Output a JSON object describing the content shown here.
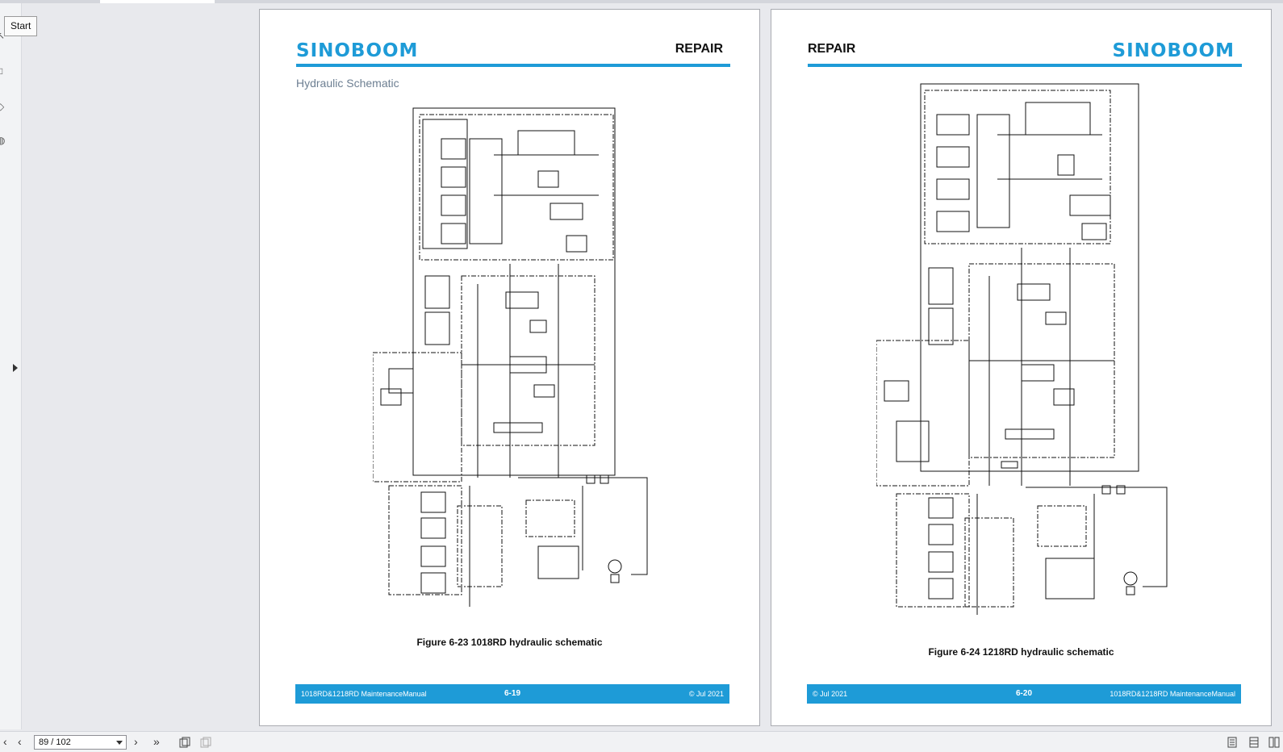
{
  "tooltip": {
    "text": "Start"
  },
  "rail": {
    "icons": [
      "pointer-icon",
      "page-icon",
      "tag-icon",
      "attachment-icon"
    ],
    "expand": "expand-arrow-icon"
  },
  "pages": [
    {
      "logo": "SINOBOOM",
      "heading": "REPAIR",
      "subtitle": "Hydraulic Schematic",
      "caption": "Figure 6-23 1018RD hydraulic schematic",
      "footer": {
        "left": "1018RD&1218RD MaintenanceManual",
        "center": "6-19",
        "right": "© Jul 2021"
      }
    },
    {
      "logo": "SINOBOOM",
      "heading": "REPAIR",
      "caption": "Figure 6-24 1218RD hydraulic schematic",
      "footer": {
        "left": "© Jul 2021",
        "center": "6-20",
        "right": "1018RD&1218RD MaintenanceManual"
      }
    }
  ],
  "toolbar": {
    "page_indicator": "89 / 102",
    "icons": [
      "first-page-icon",
      "previous-page-icon",
      "next-page-icon",
      "last-page-icon",
      "copy-icon",
      "paste-icon",
      "single-page-view-icon",
      "continuous-view-icon",
      "two-page-view-icon"
    ]
  },
  "colors": {
    "accent": "#1e9bd7",
    "subtitle": "#6d7f92"
  }
}
